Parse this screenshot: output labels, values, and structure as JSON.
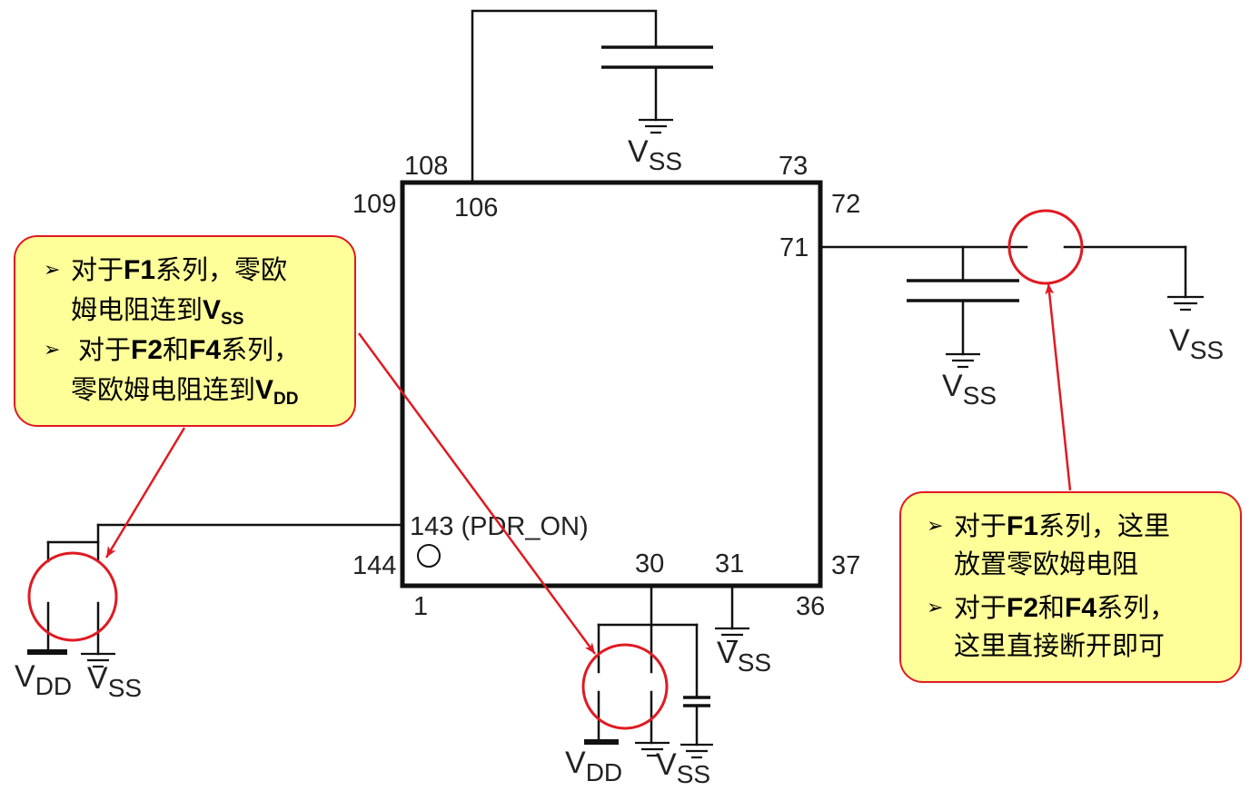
{
  "pins": {
    "p108": "108",
    "p73": "73",
    "p109": "109",
    "p106": "106",
    "p72": "72",
    "p71": "71",
    "p143": "143 (PDR_ON)",
    "p144": "144",
    "p30": "30",
    "p31": "31",
    "p37": "37",
    "p1": "1",
    "p36": "36"
  },
  "supplies": {
    "vss": {
      "letter": "V",
      "sub": "SS"
    },
    "vdd": {
      "letter": "V",
      "sub": "DD"
    }
  },
  "bullet_glyph": "➢",
  "callout_left": {
    "bullet_1": {
      "line1": {
        "pre": "对于",
        "series": "F1",
        "post": "系列，零欧"
      },
      "line2": {
        "text": "姆电阻连到",
        "sym": "V",
        "sub": "SS"
      }
    },
    "bullet_2": {
      "line1": {
        "pre": "对于",
        "series_a": "F2",
        "conj": "和",
        "series_b": "F4",
        "post": "系列，"
      },
      "line2": {
        "text": "零欧姆电阻连到",
        "sym": "V",
        "sub": "DD"
      }
    }
  },
  "callout_right": {
    "bullet_1": {
      "line1": {
        "pre": "对于",
        "series": "F1",
        "post": "系列，这里"
      },
      "line2": {
        "text": "放置零欧姆电阻"
      }
    },
    "bullet_2": {
      "line1": {
        "pre": "对于",
        "series_a": "F2",
        "conj": "和",
        "series_b": "F4",
        "post": "系列，"
      },
      "line2": {
        "text": "这里直接断开即可"
      }
    }
  },
  "colors": {
    "annotation_red": "#e01a22",
    "callout_fill": "#ffff99",
    "wire": "#111111",
    "text": "#222222"
  }
}
